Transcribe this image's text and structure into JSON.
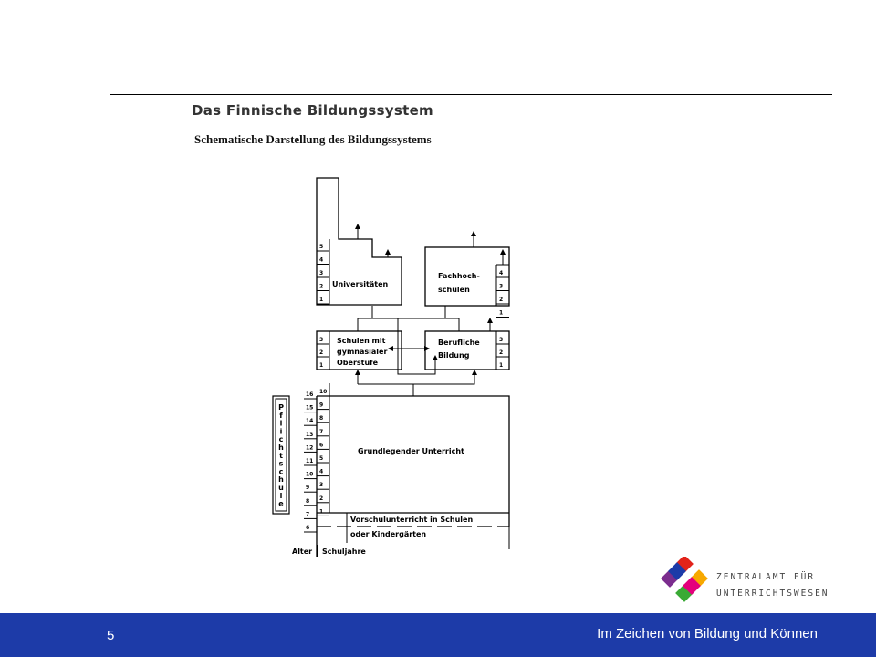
{
  "header": {
    "title": "Das Finnische Bildungssystem",
    "subtitle": "Schematische Darstellung des Bildungssystems"
  },
  "diagram": {
    "universities_label": "Universitäten",
    "fachhochschulen_label": [
      "Fachhoch-",
      "schulen"
    ],
    "gymnasium_label": [
      "Schulen mit",
      "gymnasialer",
      "Oberstufe"
    ],
    "vocational_label": [
      "Berufliche",
      "Bildung"
    ],
    "basic_label": "Grundlegender Unterricht",
    "preschool_label": [
      "Vorschulunterricht in Schulen",
      "oder Kindergärten"
    ],
    "compulsory_label": [
      "P",
      "f",
      "l",
      "i",
      "c",
      "h",
      "t",
      "s",
      "c",
      "h",
      "u",
      "l",
      "e"
    ],
    "axis_age_label": "Alter",
    "axis_years_label": "Schuljahre",
    "ages": [
      "16",
      "15",
      "14",
      "13",
      "12",
      "11",
      "10",
      "9",
      "8",
      "7",
      "6"
    ],
    "basic_years": [
      "10",
      "9",
      "8",
      "7",
      "6",
      "5",
      "4",
      "3",
      "2",
      "1"
    ],
    "university_years": [
      "5",
      "4",
      "3",
      "2",
      "1"
    ],
    "fachhochschule_years": [
      "4",
      "3",
      "2",
      "1"
    ],
    "gymnasium_years": [
      "3",
      "2",
      "1"
    ],
    "vocational_years": [
      "3",
      "2",
      "1"
    ]
  },
  "footer": {
    "page_number": "5",
    "slogan": "Im Zeichen von Bildung und Können"
  },
  "logo": {
    "line1": "ZENTRALAMT FÜR",
    "line2": "UNTERRICHTSWESEN",
    "colors": [
      "#e2231a",
      "#f7a800",
      "#3aaa35",
      "#7b2d8e",
      "#1d3ba8",
      "#e4007c"
    ]
  }
}
